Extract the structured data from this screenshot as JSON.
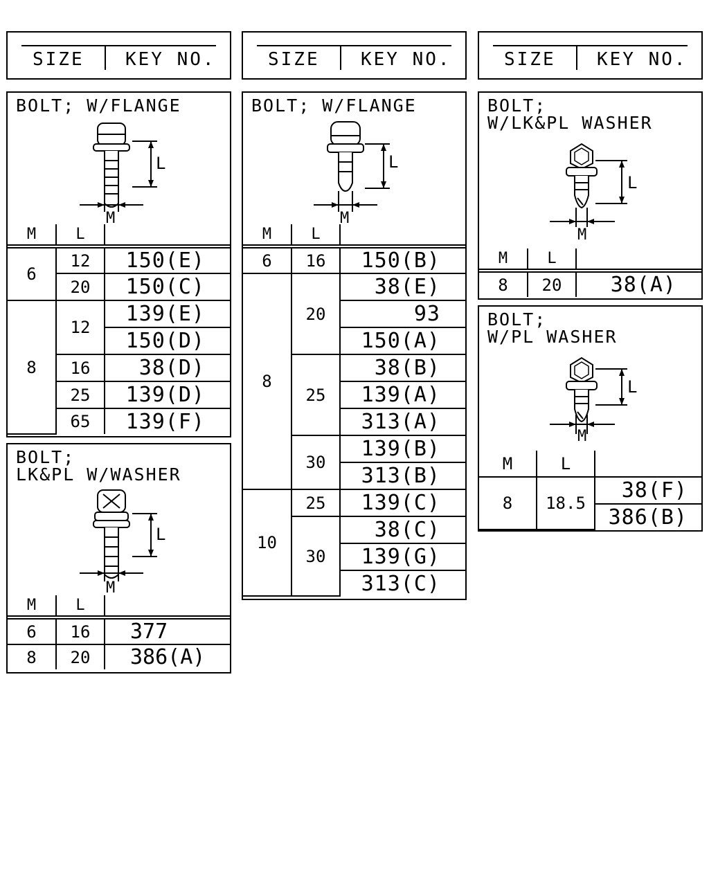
{
  "header": {
    "size_label": "SIZE",
    "key_label": "KEY NO."
  },
  "col_m": "M",
  "col_l": "L",
  "dim_l": "L",
  "dim_m": "M",
  "p1": {
    "title": "BOLT; W/FLANGE",
    "rows": [
      {
        "m": "6",
        "l": "12",
        "key": "150(E)"
      },
      {
        "m": "",
        "l": "20",
        "key": "150(C)"
      },
      {
        "m": "8",
        "l": "12",
        "key": "139(E)"
      },
      {
        "m": "",
        "l": "",
        "key": "150(D)"
      },
      {
        "m": "",
        "l": "16",
        "key": "38(D)"
      },
      {
        "m": "",
        "l": "25",
        "key": "139(D)"
      },
      {
        "m": "",
        "l": "65",
        "key": "139(F)"
      }
    ]
  },
  "p2": {
    "title_line1": "BOLT;",
    "title_line2": "LK&PL W/WASHER",
    "rows": [
      {
        "m": "6",
        "l": "16",
        "key": "377"
      },
      {
        "m": "8",
        "l": "20",
        "key": "386(A)"
      }
    ]
  },
  "p3": {
    "title": "BOLT; W/FLANGE",
    "rows": [
      {
        "m": "6",
        "l": "16",
        "key": "150(B)"
      },
      {
        "m": "8",
        "l": "20",
        "key": "38(E)"
      },
      {
        "m": "",
        "l": "",
        "key": "93"
      },
      {
        "m": "",
        "l": "",
        "key": "150(A)"
      },
      {
        "m": "",
        "l": "25",
        "key": "38(B)"
      },
      {
        "m": "",
        "l": "",
        "key": "139(A)"
      },
      {
        "m": "",
        "l": "",
        "key": "313(A)"
      },
      {
        "m": "",
        "l": "30",
        "key": "139(B)"
      },
      {
        "m": "",
        "l": "",
        "key": "313(B)"
      },
      {
        "m": "10",
        "l": "25",
        "key": "139(C)"
      },
      {
        "m": "",
        "l": "30",
        "key": "38(C)"
      },
      {
        "m": "",
        "l": "",
        "key": "139(G)"
      },
      {
        "m": "",
        "l": "",
        "key": "313(C)"
      }
    ]
  },
  "p4": {
    "title_line1": "BOLT;",
    "title_line2": "W/LK&PL WASHER",
    "rows": [
      {
        "m": "8",
        "l": "20",
        "key": "38(A)"
      }
    ]
  },
  "p5": {
    "title_line1": "BOLT;",
    "title_line2": "W/PL WASHER",
    "rows": [
      {
        "m": "8",
        "l": "18.5",
        "key": "38(F)"
      },
      {
        "m": "",
        "l": "",
        "key": "386(B)"
      }
    ]
  }
}
